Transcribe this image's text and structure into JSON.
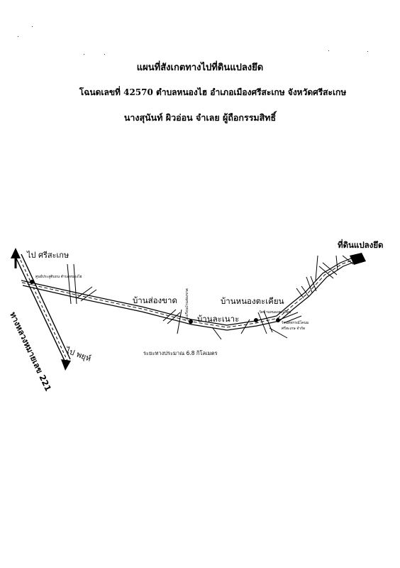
{
  "header": {
    "title": "แผนที่สังเกตทางไปที่ดินแปลงยึด",
    "deed_line": "โฉนดเลขที่ 42570 ตำบลหนองไฮ อำเภอเมืองศรีสะเกษ จังหวัดศรีสะเกษ",
    "owner_line": "นางสุนันท์ ผิวอ่อน จำเลย ผู้ถือกรรมสิทธิ์"
  },
  "map": {
    "target_label": "ที่ดินแปลงยึด",
    "highway_label": "ทางหลวงหมายเลข 221",
    "direction_north": "ไป ศรีสะเกษ",
    "direction_south": "ไป พยุห์",
    "villages": {
      "song_khat": "บ้านส่องขาด",
      "lamenao": "บ้านละเนาะ",
      "nong_takhian": "บ้านหนองตะเคียน"
    },
    "landmarks": {
      "health_center": "ศูนย์ประสูติบถน ตำบลหนองไฮ",
      "school": "โรงเรียนบ้านส่องขาด",
      "temple": "วัดบ้านหนองตะเคียน",
      "coop": "ร้านสหกรณ์โคนม ศรีสะเกษ จำกัด"
    },
    "distance_note": "ระยะทางประมาณ 6.8 กิโลเมตร"
  }
}
